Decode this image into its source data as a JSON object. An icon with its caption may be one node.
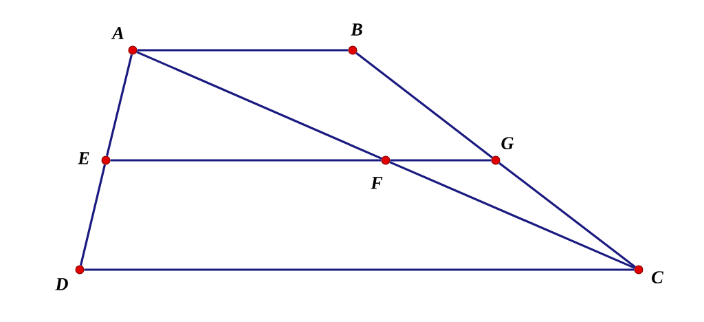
{
  "diagram": {
    "nodes": [
      {
        "text": [
          "A"
        ]
      },
      {
        "text": [
          "B"
        ]
      },
      {
        "text": [
          "C"
        ]
      },
      {
        "text": [
          "D"
        ]
      },
      {
        "text": [
          "E"
        ]
      },
      {
        "text": [
          "F"
        ]
      },
      {
        "text": [
          "G"
        ]
      }
    ],
    "edges": [
      {
        "from": 0,
        "to": 1,
        "arrow": "none"
      },
      {
        "from": 1,
        "to": 6,
        "arrow": "none"
      },
      {
        "from": 6,
        "to": 2,
        "arrow": "none"
      },
      {
        "from": 0,
        "to": 5,
        "arrow": "none"
      },
      {
        "from": 5,
        "to": 2,
        "arrow": "none"
      },
      {
        "from": 4,
        "to": 5,
        "arrow": "none"
      },
      {
        "from": 5,
        "to": 6,
        "arrow": "none"
      },
      {
        "from": 0,
        "to": 4,
        "arrow": "none"
      },
      {
        "from": 4,
        "to": 3,
        "arrow": "none"
      },
      {
        "from": 3,
        "to": 2,
        "arrow": "none"
      }
    ]
  }
}
